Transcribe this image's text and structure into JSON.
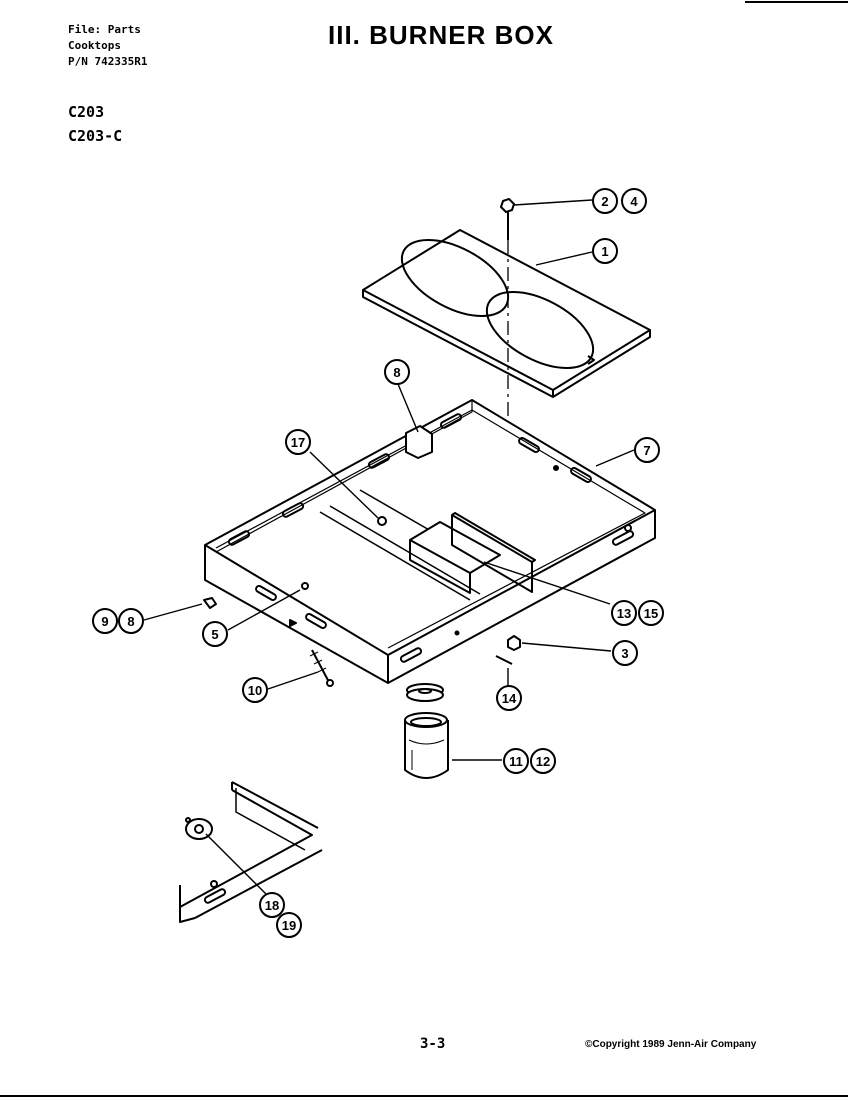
{
  "header": {
    "file_line": "File: Parts",
    "category_line": "Cooktops",
    "pn_line": "P/N 742335R1"
  },
  "title": "III. BURNER BOX",
  "models": [
    "C203",
    "C203-C"
  ],
  "footer": {
    "page_number": "3-3",
    "copyright": "©Copyright 1989 Jenn-Air Company"
  },
  "callouts": [
    "1",
    "2",
    "3",
    "4",
    "5",
    "7",
    "8",
    "8",
    "9",
    "10",
    "11",
    "12",
    "13",
    "14",
    "15",
    "17",
    "18",
    "19"
  ]
}
